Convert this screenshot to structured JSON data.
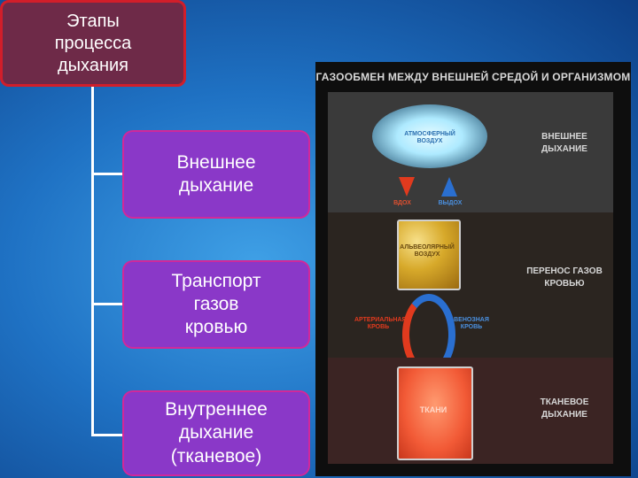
{
  "root": {
    "label": "Этапы\nпроцесса\nдыхания"
  },
  "stages": [
    {
      "label": "Внешнее\nдыхание"
    },
    {
      "label": "Транспорт\nгазов\nкровью"
    },
    {
      "label": "Внутреннее\nдыхание\n(тканевое)"
    }
  ],
  "panel": {
    "title": "ГАЗООБМЕН МЕЖДУ ВНЕШНЕЙ СРЕДОЙ И ОРГАНИЗМОМ",
    "bands": [
      {
        "label": "ВНЕШНЕЕ\nДЫХАНИЕ"
      },
      {
        "label": "ПЕРЕНОС ГАЗОВ\nКРОВЬЮ"
      },
      {
        "label": "ТКАНЕВОЕ\nДЫХАНИЕ"
      }
    ],
    "cloud_label": "АТМОСФЕРНЫЙ\nВОЗДУХ",
    "inhale_label": "ВДОХ",
    "exhale_label": "ВЫДОХ",
    "alveolar_label": "АЛЬВЕОЛЯРНЫЙ\nВОЗДУХ",
    "arterial_label": "АРТЕРИАЛЬНАЯ\nКРОВЬ",
    "venous_label": "ВЕНОЗНАЯ\nКРОВЬ",
    "tissue_label": "ТКАНИ"
  },
  "colors": {
    "root_fill": "#6e2a48",
    "root_border": "#d11e2a",
    "stage_fill": "#8a38c8",
    "stage_border": "#d2289a",
    "arterial": "#e03a1e",
    "venous": "#2a6fd0"
  }
}
